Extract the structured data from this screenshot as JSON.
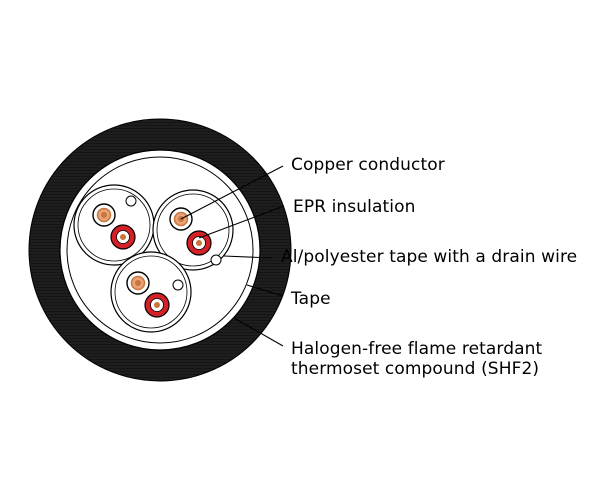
{
  "labels": {
    "copper_conductor": "Copper conductor",
    "epr_insulation": "EPR insulation",
    "al_polyester_tape": "Al/polyester tape with a drain wire",
    "tape": "Tape",
    "sheath_line1": "Halogen-free flame retardant",
    "sheath_line2": "thermoset compound (SHF2)"
  },
  "colors": {
    "sheath": "#111111",
    "insulation_red": "#d42027",
    "conductor_copper": "#c8763a",
    "background": "#ffffff",
    "stroke": "#000000"
  }
}
